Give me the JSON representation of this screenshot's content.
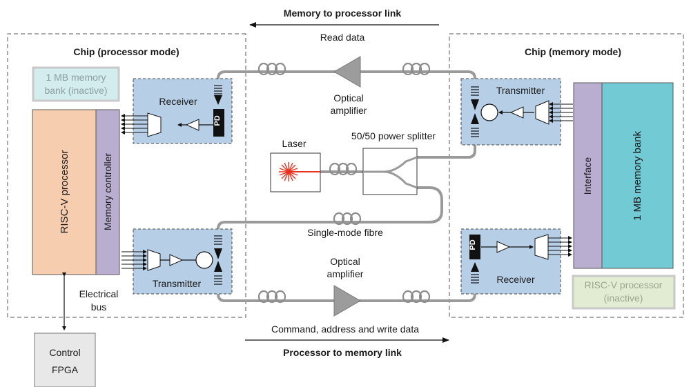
{
  "links": {
    "top_title": "Memory to processor link",
    "top_sub": "Read data",
    "bottom_sub": "Command, address and write data",
    "bottom_title": "Processor to memory link"
  },
  "left_chip": {
    "title": "Chip (processor mode)",
    "inactive_bank_line1": "1 MB memory",
    "inactive_bank_line2": "bank (inactive)",
    "receiver": "Receiver",
    "transmitter": "Transmitter",
    "pd": "PD",
    "processor": "RISC-V processor",
    "memory_controller": "Memory controller",
    "bus_line1": "Electrical",
    "bus_line2": "bus"
  },
  "right_chip": {
    "title": "Chip (memory mode)",
    "transmitter": "Transmitter",
    "receiver": "Receiver",
    "pd": "PD",
    "interface": "Interface",
    "memory_bank": "1 MB memory bank",
    "inactive_proc_line1": "RISC-V processor",
    "inactive_proc_line2": "(inactive)"
  },
  "center": {
    "amp_top_line1": "Optical",
    "amp_top_line2": "amplifier",
    "amp_bottom_line1": "Optical",
    "amp_bottom_line2": "amplifier",
    "laser": "Laser",
    "splitter": "50/50 power splitter",
    "fibre": "Single-mode fibre"
  },
  "fpga": {
    "line1": "Control",
    "line2": "FPGA"
  },
  "colors": {
    "chip_blue": "#b7cfe6",
    "processor": "#f7cdb0",
    "controller": "#b9aed0",
    "memory_bank": "#72cbd4",
    "fibre": "#9a9a9a",
    "laser": "#e8321c",
    "inactive_bank_bg": "#d3ecee",
    "inactive_proc_bg": "#e1ecd2",
    "fpga_bg": "#e8e8e8"
  }
}
